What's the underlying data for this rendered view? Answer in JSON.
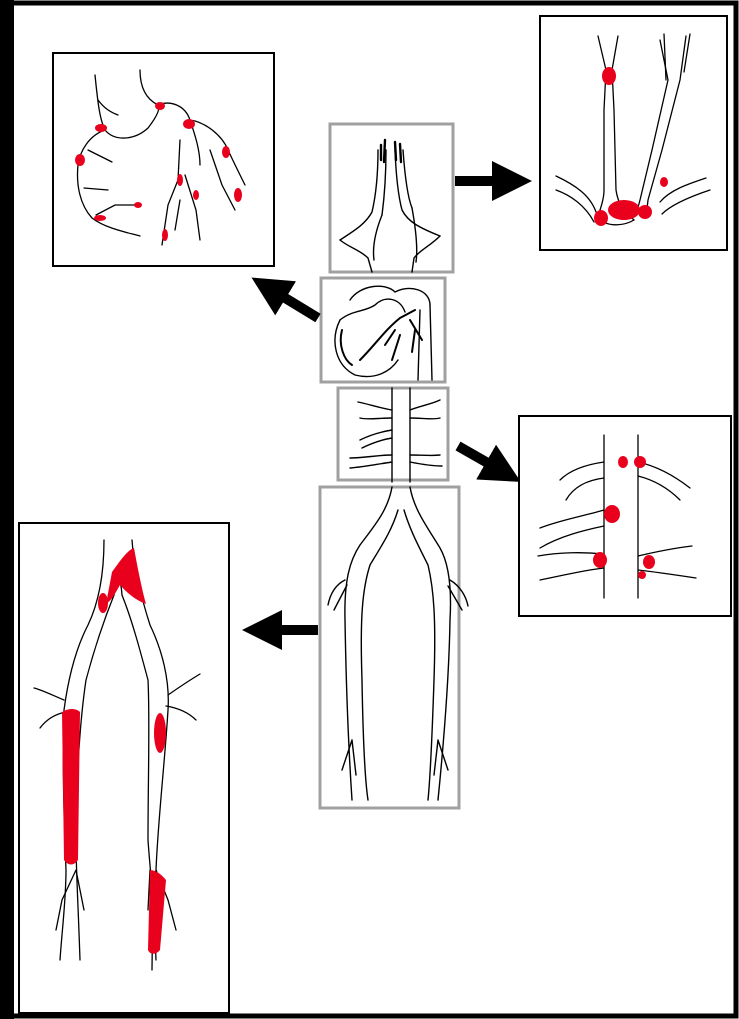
{
  "diagram": {
    "description_visible_text": "",
    "colors": {
      "frame_black": "#000000",
      "detail_box_border": "#000000",
      "center_box_border": "#a0a0a0",
      "lesion_red": "#e8001c",
      "vessel_stroke": "#000000",
      "vessel_fill": "#ffffff",
      "left_edge_bar": "#000000"
    },
    "panels": [
      {
        "id": "coronary",
        "name": "coronary-arteries-detail"
      },
      {
        "id": "carotid",
        "name": "carotid-arteries-detail"
      },
      {
        "id": "renal",
        "name": "renal-mesenteric-arteries-detail"
      },
      {
        "id": "iliac-femoral",
        "name": "iliac-femoral-arteries-detail"
      }
    ],
    "center_regions": [
      {
        "id": "aortic-arch",
        "name": "aortic-arch-region"
      },
      {
        "id": "heart",
        "name": "heart-region"
      },
      {
        "id": "abdominal-aorta",
        "name": "abdominal-aorta-region"
      },
      {
        "id": "lower-limbs",
        "name": "lower-limb-arteries-region"
      }
    ],
    "arrows": [
      {
        "from": "heart",
        "to": "coronary",
        "direction": "up-left"
      },
      {
        "from": "aortic-arch",
        "to": "carotid",
        "direction": "right"
      },
      {
        "from": "abdominal-aorta",
        "to": "renal",
        "direction": "down-right"
      },
      {
        "from": "lower-limbs",
        "to": "iliac-femoral",
        "direction": "left"
      }
    ]
  }
}
